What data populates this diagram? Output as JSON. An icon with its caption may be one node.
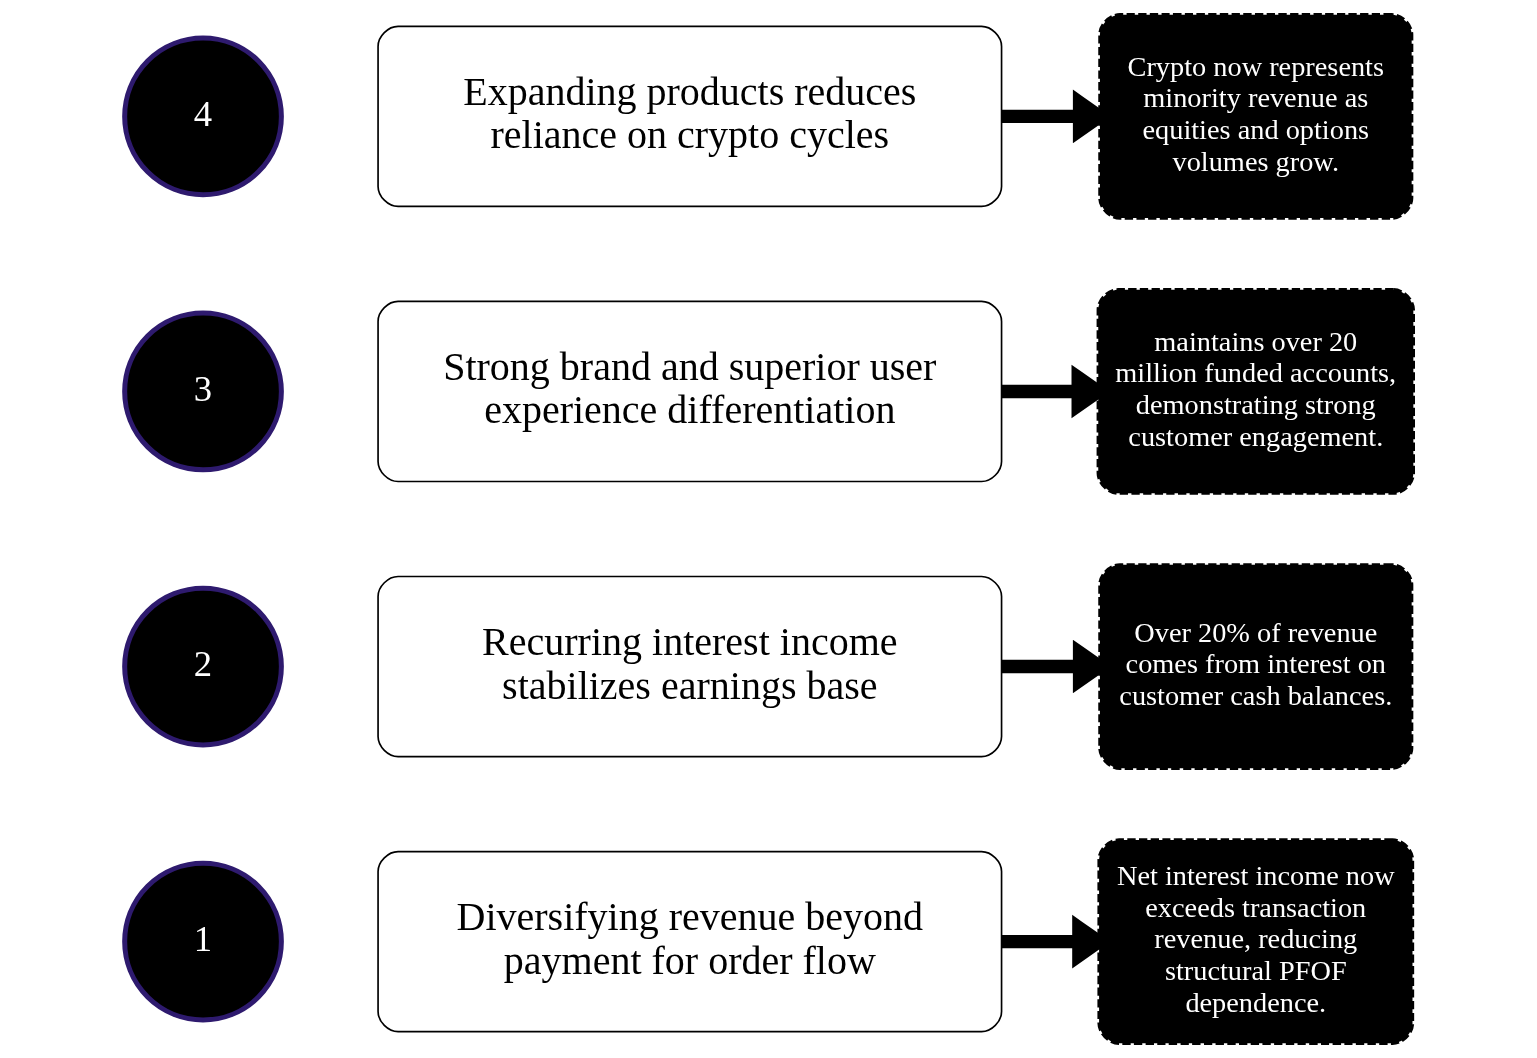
{
  "diagram": {
    "nodes": [
      {
        "text": [
          "1"
        ]
      },
      {
        "text": [
          "Diversifying revenue beyond payment for order flow"
        ]
      },
      {
        "text": [
          "Net interest income now exceeds transaction revenue, reducing structural PFOF dependence."
        ]
      },
      {
        "text": [
          "2"
        ]
      },
      {
        "text": [
          "Recurring interest income stabilizes earnings base"
        ]
      },
      {
        "text": [
          "Over 20% of revenue comes from interest on customer cash balances."
        ]
      },
      {
        "text": [
          "3"
        ]
      },
      {
        "text": [
          "Strong brand and superior user experience differentiation"
        ]
      },
      {
        "text": [
          "maintains over 20 million funded accounts, demonstrating strong customer engagement."
        ]
      },
      {
        "text": [
          "4"
        ]
      },
      {
        "text": [
          "Expanding products reduces reliance on crypto cycles"
        ]
      },
      {
        "text": [
          "Crypto now represents minority revenue as equities and options volumes grow."
        ]
      }
    ],
    "edges": [
      {
        "from": 1,
        "to": 2,
        "arrow": "to"
      },
      {
        "from": 4,
        "to": 5,
        "arrow": "to"
      },
      {
        "from": 7,
        "to": 8,
        "arrow": "to"
      },
      {
        "from": 10,
        "to": 11,
        "arrow": "to"
      }
    ]
  }
}
